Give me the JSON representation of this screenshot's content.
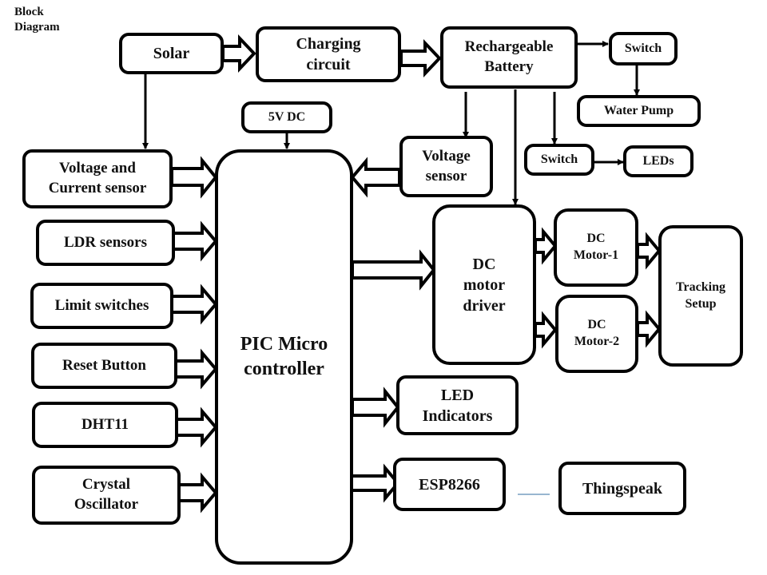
{
  "title": "Block\nDiagram",
  "blocks": {
    "solar": "Solar",
    "charging": "Charging\ncircuit",
    "battery": "Rechargeable\nBattery",
    "switch_pump": "Switch",
    "water_pump": "Water Pump",
    "five_v": "5V DC",
    "voltage_sensor": "Voltage\nsensor",
    "switch_leds": "Switch",
    "leds": "LEDs",
    "vc_sensor": "Voltage and\nCurrent sensor",
    "ldr": "LDR sensors",
    "limit": "Limit switches",
    "reset": "Reset Button",
    "dht": "DHT11",
    "crystal": "Crystal\nOscillator",
    "pic": "PIC Micro\ncontroller",
    "driver": "DC\nmotor\ndriver",
    "motor1": "DC\nMotor-1",
    "motor2": "DC\nMotor-2",
    "tracking": "Tracking\nSetup",
    "led_ind": "LED\nIndicators",
    "esp": "ESP8266",
    "thingspeak": "Thingspeak"
  },
  "colors": {
    "line": "#000000",
    "wireless_link": "#5b8bb5"
  }
}
